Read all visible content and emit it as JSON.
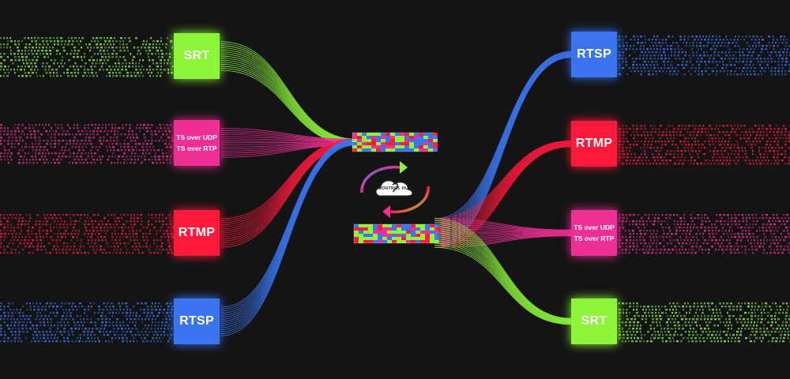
{
  "left_protocols": [
    {
      "lines": [
        "SRT"
      ],
      "color": "#8cf53a"
    },
    {
      "lines": [
        "TS over UDP",
        "TS over RTP"
      ],
      "color": "#ee2f95"
    },
    {
      "lines": [
        "RTMP"
      ],
      "color": "#ff1a3c"
    },
    {
      "lines": [
        "RTSP"
      ],
      "color": "#3a74ee"
    }
  ],
  "right_protocols": [
    {
      "lines": [
        "RTSP"
      ],
      "color": "#3a74ee"
    },
    {
      "lines": [
        "RTMP"
      ],
      "color": "#ff1a3c"
    },
    {
      "lines": [
        "TS over UDP",
        "TS over RTP"
      ],
      "color": "#ee2f95"
    },
    {
      "lines": [
        "SRT"
      ],
      "color": "#8cf53a"
    }
  ],
  "hub": {
    "label": "CONTROL HUB",
    "icon": "cloud-sync-icon"
  },
  "colors": {
    "background": "#141414",
    "green": "#8cf53a",
    "pink": "#ee2f95",
    "red": "#ff1a3c",
    "blue": "#3a74ee"
  }
}
